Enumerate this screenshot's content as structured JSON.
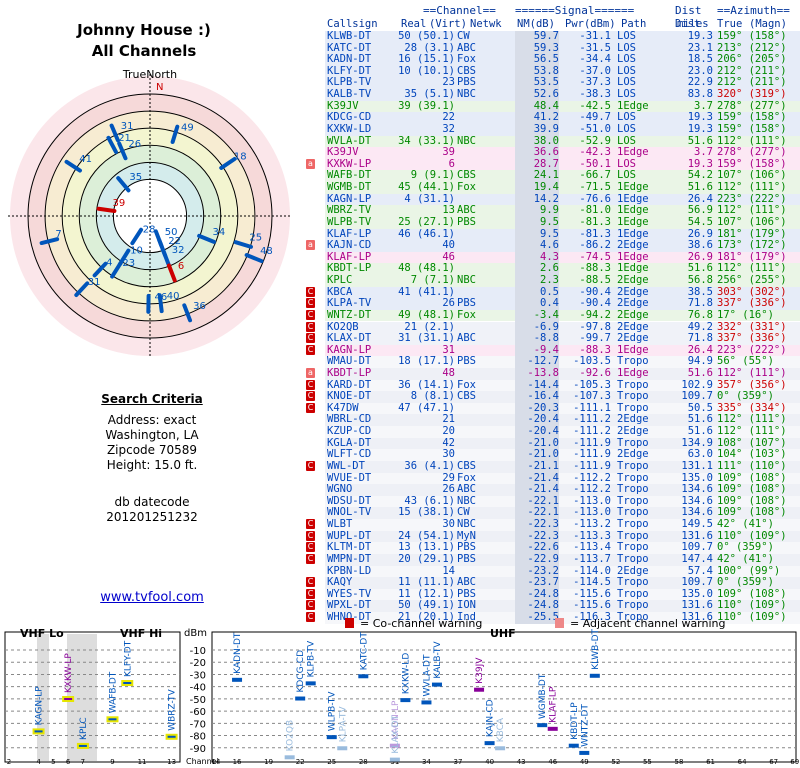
{
  "title": "Johnny House :)",
  "subtitle": "All Channels",
  "north_label": "TrueNorth",
  "north_marker": "N",
  "criteria": {
    "heading": "Search Criteria",
    "address": "Address: exact",
    "city": "Washington, LA",
    "zip": "Zipcode 70589",
    "height": "Height: 15.0 ft.",
    "datecode_label": "db datecode",
    "datecode": "201201251232"
  },
  "site_link": "www.tvfool.com",
  "table": {
    "group_headers": {
      "channel": "==Channel==",
      "signal": "======Signal======",
      "azimuth": "==Azimuth=="
    },
    "col_headers": [
      "Callsign",
      "Real",
      "(Virt)",
      "Netwk",
      "NM(dB)",
      "Pwr(dBm)",
      "Path",
      "Dist",
      "miles",
      "True",
      "(Magn)"
    ],
    "rows": [
      [
        "KLWB-DT",
        "50",
        "(50.1)",
        "CW",
        "59.7",
        "-31.1",
        "LOS",
        "19.3",
        "159°",
        "(158°)",
        "b",
        ""
      ],
      [
        "KATC-DT",
        "28",
        "(3.1)",
        "ABC",
        "59.3",
        "-31.5",
        "LOS",
        "23.1",
        "213°",
        "(212°)",
        "b",
        ""
      ],
      [
        "KADN-DT",
        "16",
        "(15.1)",
        "Fox",
        "56.5",
        "-34.4",
        "LOS",
        "18.5",
        "206°",
        "(205°)",
        "b",
        ""
      ],
      [
        "KLFY-DT",
        "10",
        "(10.1)",
        "CBS",
        "53.8",
        "-37.0",
        "LOS",
        "23.0",
        "212°",
        "(211°)",
        "b",
        ""
      ],
      [
        "KLPB-TV",
        "23",
        "",
        "PBS",
        "53.5",
        "-37.3",
        "LOS",
        "22.9",
        "212°",
        "(211°)",
        "b",
        ""
      ],
      [
        "KALB-TV",
        "35",
        "(5.1)",
        "NBC",
        "52.6",
        "-38.3",
        "LOS",
        "83.8",
        "320°",
        "(319°)",
        "b",
        ""
      ],
      [
        "K39JV",
        "39",
        "(39.1)",
        "",
        "48.4",
        "-42.5",
        "1Edge",
        "3.7",
        "278°",
        "(277°)",
        "g",
        ""
      ],
      [
        "KDCG-CD",
        "22",
        "",
        "",
        "41.2",
        "-49.7",
        "LOS",
        "19.3",
        "159°",
        "(158°)",
        "b",
        ""
      ],
      [
        "KXKW-LD",
        "32",
        "",
        "",
        "39.9",
        "-51.0",
        "LOS",
        "19.3",
        "159°",
        "(158°)",
        "b",
        ""
      ],
      [
        "WVLA-DT",
        "34",
        "(33.1)",
        "NBC",
        "38.0",
        "-52.9",
        "LOS",
        "51.6",
        "112°",
        "(111°)",
        "g",
        ""
      ],
      [
        "K39JV",
        "39",
        "",
        "",
        "36.6",
        "-42.3",
        "1Edge",
        "3.7",
        "278°",
        "(277°)",
        "p",
        ""
      ],
      [
        "KXKW-LP",
        "6",
        "",
        "",
        "28.7",
        "-50.1",
        "LOS",
        "19.3",
        "159°",
        "(158°)",
        "p",
        "a"
      ],
      [
        "WAFB-DT",
        "9",
        "(9.1)",
        "CBS",
        "24.1",
        "-66.7",
        "LOS",
        "54.2",
        "107°",
        "(106°)",
        "g",
        ""
      ],
      [
        "WGMB-DT",
        "45",
        "(44.1)",
        "Fox",
        "19.4",
        "-71.5",
        "1Edge",
        "51.6",
        "112°",
        "(111°)",
        "g",
        ""
      ],
      [
        "KAGN-LP",
        "4",
        "(31.1)",
        "",
        "14.2",
        "-76.6",
        "1Edge",
        "26.4",
        "223°",
        "(222°)",
        "b",
        ""
      ],
      [
        "WBRZ-TV",
        "13",
        "",
        "ABC",
        "9.9",
        "-81.0",
        "1Edge",
        "56.9",
        "112°",
        "(111°)",
        "g",
        ""
      ],
      [
        "WLPB-TV",
        "25",
        "(27.1)",
        "PBS",
        "9.5",
        "-81.3",
        "1Edge",
        "54.5",
        "107°",
        "(106°)",
        "g",
        ""
      ],
      [
        "KLAF-LP",
        "46",
        "(46.1)",
        "",
        "9.5",
        "-81.3",
        "1Edge",
        "26.9",
        "181°",
        "(179°)",
        "b",
        ""
      ],
      [
        "KAJN-CD",
        "40",
        "",
        "",
        "4.6",
        "-86.2",
        "2Edge",
        "38.6",
        "173°",
        "(172°)",
        "b",
        "a"
      ],
      [
        "KLAF-LP",
        "46",
        "",
        "",
        "4.3",
        "-74.5",
        "1Edge",
        "26.9",
        "181°",
        "(179°)",
        "p",
        ""
      ],
      [
        "KBDT-LP",
        "48",
        "(48.1)",
        "",
        "2.6",
        "-88.3",
        "1Edge",
        "51.6",
        "112°",
        "(111°)",
        "g",
        ""
      ],
      [
        "KPLC",
        "7",
        "(7.1)",
        "NBC",
        "2.3",
        "-88.5",
        "2Edge",
        "56.8",
        "256°",
        "(255°)",
        "g",
        ""
      ],
      [
        "KBCA",
        "41",
        "(41.1)",
        "",
        "0.5",
        "-90.4",
        "2Edge",
        "38.5",
        "303°",
        "(302°)",
        "b",
        "c"
      ],
      [
        "KLPA-TV",
        "26",
        "",
        "PBS",
        "0.4",
        "-90.4",
        "2Edge",
        "71.8",
        "337°",
        "(336°)",
        "b",
        "c"
      ],
      [
        "WNTZ-DT",
        "49",
        "(48.1)",
        "Fox",
        "-3.4",
        "-94.2",
        "2Edge",
        "76.8",
        "17°",
        "(16°)",
        "g",
        "c"
      ],
      [
        "KO2QB",
        "21",
        "(2.1)",
        "",
        "-6.9",
        "-97.8",
        "2Edge",
        "49.2",
        "332°",
        "(331°)",
        "b",
        "c"
      ],
      [
        "KLAX-DT",
        "31",
        "(31.1)",
        "ABC",
        "-8.8",
        "-99.7",
        "2Edge",
        "71.8",
        "337°",
        "(336°)",
        "b",
        "c"
      ],
      [
        "KAGN-LP",
        "31",
        "",
        "",
        "-9.4",
        "-88.3",
        "1Edge",
        "26.4",
        "223°",
        "(222°)",
        "p",
        "c"
      ],
      [
        "WMAU-DT",
        "18",
        "(17.1)",
        "PBS",
        "-12.7",
        "-103.5",
        "Tropo",
        "94.9",
        "56°",
        "(55°)",
        "b",
        ""
      ],
      [
        "KBDT-LP",
        "48",
        "",
        "",
        "-13.8",
        "-92.6",
        "1Edge",
        "51.6",
        "112°",
        "(111°)",
        "p",
        "a"
      ],
      [
        "KARD-DT",
        "36",
        "(14.1)",
        "Fox",
        "-14.4",
        "-105.3",
        "Tropo",
        "102.9",
        "357°",
        "(356°)",
        "b",
        "c"
      ],
      [
        "KNOE-DT",
        "8",
        "(8.1)",
        "CBS",
        "-16.4",
        "-107.3",
        "Tropo",
        "109.7",
        "0°",
        "(359°)",
        "b",
        "c"
      ],
      [
        "K47DW",
        "47",
        "(47.1)",
        "",
        "-20.3",
        "-111.1",
        "Tropo",
        "50.5",
        "335°",
        "(334°)",
        "b",
        "c"
      ],
      [
        "WBRL-CD",
        "21",
        "",
        "",
        "-20.4",
        "-111.2",
        "2Edge",
        "51.6",
        "112°",
        "(111°)",
        "b",
        ""
      ],
      [
        "KZUP-CD",
        "20",
        "",
        "",
        "-20.4",
        "-111.2",
        "2Edge",
        "51.6",
        "112°",
        "(111°)",
        "b",
        ""
      ],
      [
        "KGLA-DT",
        "42",
        "",
        "",
        "-21.0",
        "-111.9",
        "Tropo",
        "134.9",
        "108°",
        "(107°)",
        "b",
        ""
      ],
      [
        "WLFT-CD",
        "30",
        "",
        "",
        "-21.0",
        "-111.9",
        "2Edge",
        "63.0",
        "104°",
        "(103°)",
        "b",
        ""
      ],
      [
        "WWL-DT",
        "36",
        "(4.1)",
        "CBS",
        "-21.1",
        "-111.9",
        "Tropo",
        "131.1",
        "111°",
        "(110°)",
        "b",
        "c"
      ],
      [
        "WVUE-DT",
        "29",
        "",
        "Fox",
        "-21.4",
        "-112.2",
        "Tropo",
        "135.0",
        "109°",
        "(108°)",
        "b",
        ""
      ],
      [
        "WGNO",
        "26",
        "",
        "ABC",
        "-21.4",
        "-112.2",
        "Tropo",
        "134.6",
        "109°",
        "(108°)",
        "b",
        ""
      ],
      [
        "WDSU-DT",
        "43",
        "(6.1)",
        "NBC",
        "-22.1",
        "-113.0",
        "Tropo",
        "134.6",
        "109°",
        "(108°)",
        "b",
        ""
      ],
      [
        "WNOL-TV",
        "15",
        "(38.1)",
        "CW",
        "-22.1",
        "-113.0",
        "Tropo",
        "134.6",
        "109°",
        "(108°)",
        "b",
        ""
      ],
      [
        "WLBT",
        "30",
        "",
        "NBC",
        "-22.3",
        "-113.2",
        "Tropo",
        "149.5",
        "42°",
        "(41°)",
        "b",
        "c"
      ],
      [
        "WUPL-DT",
        "24",
        "(54.1)",
        "MyN",
        "-22.3",
        "-113.3",
        "Tropo",
        "131.6",
        "110°",
        "(109°)",
        "b",
        "c"
      ],
      [
        "KLTM-DT",
        "13",
        "(13.1)",
        "PBS",
        "-22.6",
        "-113.4",
        "Tropo",
        "109.7",
        "0°",
        "(359°)",
        "b",
        "c"
      ],
      [
        "WMPN-DT",
        "20",
        "(29.1)",
        "PBS",
        "-22.9",
        "-113.7",
        "Tropo",
        "147.4",
        "42°",
        "(41°)",
        "b",
        "c"
      ],
      [
        "KPBN-LD",
        "14",
        "",
        "",
        "-23.2",
        "-114.0",
        "2Edge",
        "57.4",
        "100°",
        "(99°)",
        "b",
        ""
      ],
      [
        "KAQY",
        "11",
        "(11.1)",
        "ABC",
        "-23.7",
        "-114.5",
        "Tropo",
        "109.7",
        "0°",
        "(359°)",
        "b",
        "c"
      ],
      [
        "WYES-TV",
        "11",
        "(12.1)",
        "PBS",
        "-24.8",
        "-115.6",
        "Tropo",
        "135.0",
        "109°",
        "(108°)",
        "b",
        "c"
      ],
      [
        "WPXL-DT",
        "50",
        "(49.1)",
        "ION",
        "-24.8",
        "-115.6",
        "Tropo",
        "131.6",
        "110°",
        "(109°)",
        "b",
        "c"
      ],
      [
        "WHNO-DT",
        "21",
        "(20.1)",
        "Ind",
        "-25.5",
        "-116.3",
        "Tropo",
        "131.6",
        "110°",
        "(109°)",
        "b",
        "c"
      ]
    ]
  },
  "polar": {
    "marks": [
      {
        "label": "36",
        "az": 159,
        "d": 0.85,
        "col": "#0055bb"
      },
      {
        "label": "31",
        "az": 337,
        "d": 0.74,
        "col": "#0055bb"
      },
      {
        "label": "21",
        "az": 332,
        "d": 0.66,
        "col": "#0055bb"
      },
      {
        "label": "26",
        "az": 337,
        "d": 0.58,
        "col": "#0055bb"
      },
      {
        "label": "49",
        "az": 17,
        "d": 0.7,
        "col": "#0055bb"
      },
      {
        "label": "41",
        "az": 303,
        "d": 0.75,
        "col": "#0055bb"
      },
      {
        "label": "18",
        "az": 56,
        "d": 0.77,
        "col": "#0055bb"
      },
      {
        "label": "35",
        "az": 320,
        "d": 0.34,
        "col": "#0055bb"
      },
      {
        "label": "39",
        "az": 278,
        "d": 0.36,
        "col": "#cc0000"
      },
      {
        "label": "7",
        "az": 256,
        "d": 0.85,
        "col": "#0055bb"
      },
      {
        "label": "34",
        "az": 112,
        "d": 0.5,
        "col": "#0055bb"
      },
      {
        "label": "25",
        "az": 107,
        "d": 0.8,
        "col": "#0055bb"
      },
      {
        "label": "48",
        "az": 112,
        "d": 0.92,
        "col": "#0055bb"
      },
      {
        "label": "28",
        "az": 213,
        "d": 0.2,
        "col": "#0055bb"
      },
      {
        "label": "10",
        "az": 212,
        "d": 0.4,
        "col": "#0055bb"
      },
      {
        "label": "23",
        "az": 212,
        "d": 0.52,
        "col": "#0055bb"
      },
      {
        "label": "4",
        "az": 223,
        "d": 0.6,
        "col": "#0055bb"
      },
      {
        "label": "31",
        "az": 223,
        "d": 0.82,
        "col": "#0055bb"
      },
      {
        "label": "50",
        "az": 159,
        "d": 0.2,
        "col": "#0055bb"
      },
      {
        "label": "32",
        "az": 159,
        "d": 0.36,
        "col": "#0055bb"
      },
      {
        "label": "6",
        "az": 159,
        "d": 0.5,
        "col": "#cc0000"
      },
      {
        "label": "46",
        "az": 181,
        "d": 0.72,
        "col": "#0055bb"
      },
      {
        "label": "40",
        "az": 173,
        "d": 0.72,
        "col": "#0055bb"
      },
      {
        "label": "22",
        "az": 159,
        "d": 0.28,
        "col": "#0055bb"
      }
    ]
  },
  "bottom": {
    "legend_co": "= Co-channel warning",
    "legend_adj": "= Adjacent channel warning",
    "vhf_lo": "VHF Lo",
    "vhf_hi": "VHF Hi",
    "uhf": "UHF",
    "dbm": "dBm",
    "channel_label": "Channel",
    "y_ticks": [
      "-10",
      "-20",
      "-30",
      "-40",
      "-50",
      "-60",
      "-70",
      "-80",
      "-90"
    ],
    "vhf_ticks": [
      "2",
      "4",
      "5",
      "6",
      "7",
      "9",
      "11",
      "13"
    ],
    "uhf_ticks": [
      "14",
      "16",
      "19",
      "22",
      "25",
      "28",
      "31",
      "34",
      "37",
      "40",
      "43",
      "46",
      "49",
      "52",
      "55",
      "58",
      "61",
      "64",
      "67",
      "69"
    ],
    "stations": [
      {
        "name": "KAGN-LP",
        "ch": 4,
        "dbm": -76.6,
        "col": "#0055bb",
        "band": "vhf"
      },
      {
        "name": "KXKW-LP",
        "ch": 6,
        "dbm": -50.1,
        "col": "#880099",
        "band": "vhf"
      },
      {
        "name": "KPLC",
        "ch": 7,
        "dbm": -88.5,
        "col": "#0055bb",
        "band": "vhf"
      },
      {
        "name": "WAFB-DT",
        "ch": 9,
        "dbm": -66.7,
        "col": "#0055bb",
        "band": "vhf"
      },
      {
        "name": "KLFY-DT",
        "ch": 10,
        "dbm": -37.0,
        "col": "#0055bb",
        "band": "vhf"
      },
      {
        "name": "WBRZ-TV",
        "ch": 13,
        "dbm": -81.0,
        "col": "#0055bb",
        "band": "vhf"
      },
      {
        "name": "KADN-DT",
        "ch": 16,
        "dbm": -34.4,
        "col": "#0055bb",
        "band": "uhf"
      },
      {
        "name": "KO2QB",
        "ch": 21,
        "dbm": -97.8,
        "col": "#99bbdd",
        "band": "uhf"
      },
      {
        "name": "KDCG-CD",
        "ch": 22,
        "dbm": -49.7,
        "col": "#0055bb",
        "band": "uhf"
      },
      {
        "name": "KLPB-TV",
        "ch": 23,
        "dbm": -37.3,
        "col": "#0055bb",
        "band": "uhf"
      },
      {
        "name": "WLPB-TV",
        "ch": 25,
        "dbm": -81.3,
        "col": "#0055bb",
        "band": "uhf"
      },
      {
        "name": "KLPA-TV",
        "ch": 26,
        "dbm": -90.4,
        "col": "#99bbdd",
        "band": "uhf"
      },
      {
        "name": "KATC-DT",
        "ch": 28,
        "dbm": -31.5,
        "col": "#0055bb",
        "band": "uhf"
      },
      {
        "name": "KAGN-LP",
        "ch": 31,
        "dbm": -88.3,
        "col": "#bb99dd",
        "band": "uhf"
      },
      {
        "name": "KLAX-DT",
        "ch": 31,
        "dbm": -99.7,
        "col": "#99bbdd",
        "band": "uhf"
      },
      {
        "name": "KXKW-LD",
        "ch": 32,
        "dbm": -51.0,
        "col": "#0055bb",
        "band": "uhf"
      },
      {
        "name": "WVLA-DT",
        "ch": 34,
        "dbm": -52.9,
        "col": "#0055bb",
        "band": "uhf"
      },
      {
        "name": "KALB-TV",
        "ch": 35,
        "dbm": -38.3,
        "col": "#0055bb",
        "band": "uhf"
      },
      {
        "name": "K39JV",
        "ch": 39,
        "dbm": -42.5,
        "col": "#880099",
        "band": "uhf"
      },
      {
        "name": "KAJN-CD",
        "ch": 40,
        "dbm": -86.2,
        "col": "#0055bb",
        "band": "uhf"
      },
      {
        "name": "KBCA",
        "ch": 41,
        "dbm": -90.4,
        "col": "#99bbdd",
        "band": "uhf"
      },
      {
        "name": "WGMB-DT",
        "ch": 45,
        "dbm": -71.5,
        "col": "#0055bb",
        "band": "uhf"
      },
      {
        "name": "KLAF-LP",
        "ch": 46,
        "dbm": -74.5,
        "col": "#880099",
        "band": "uhf"
      },
      {
        "name": "KBDT-LP",
        "ch": 48,
        "dbm": -88.3,
        "col": "#0055bb",
        "band": "uhf"
      },
      {
        "name": "WNTZ-DT",
        "ch": 49,
        "dbm": -94.2,
        "col": "#0055bb",
        "band": "uhf"
      },
      {
        "name": "KLWB-DT",
        "ch": 50,
        "dbm": -31.1,
        "col": "#0055bb",
        "band": "uhf"
      }
    ]
  }
}
